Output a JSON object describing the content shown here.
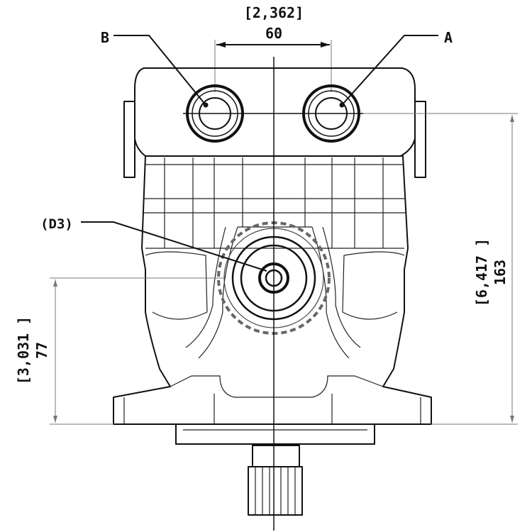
{
  "labels": {
    "port_b": "B",
    "port_a": "A",
    "port_d3": "(D3)"
  },
  "dimensions": {
    "port_spacing_in": "[2,362]",
    "port_spacing_mm": "60",
    "total_height_in": "[6,417 ]",
    "total_height_mm": "163",
    "shaft_height_in": "[3,031 ]",
    "shaft_height_mm": "77"
  }
}
